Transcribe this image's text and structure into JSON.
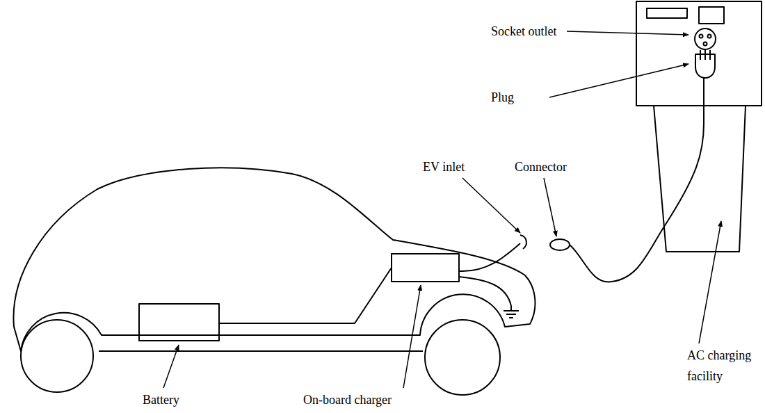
{
  "diagram": {
    "labels": [
      "Socket outlet",
      "Plug",
      "EV inlet",
      "Connector",
      "AC charging facility",
      "Battery",
      "On-board charger"
    ]
  }
}
